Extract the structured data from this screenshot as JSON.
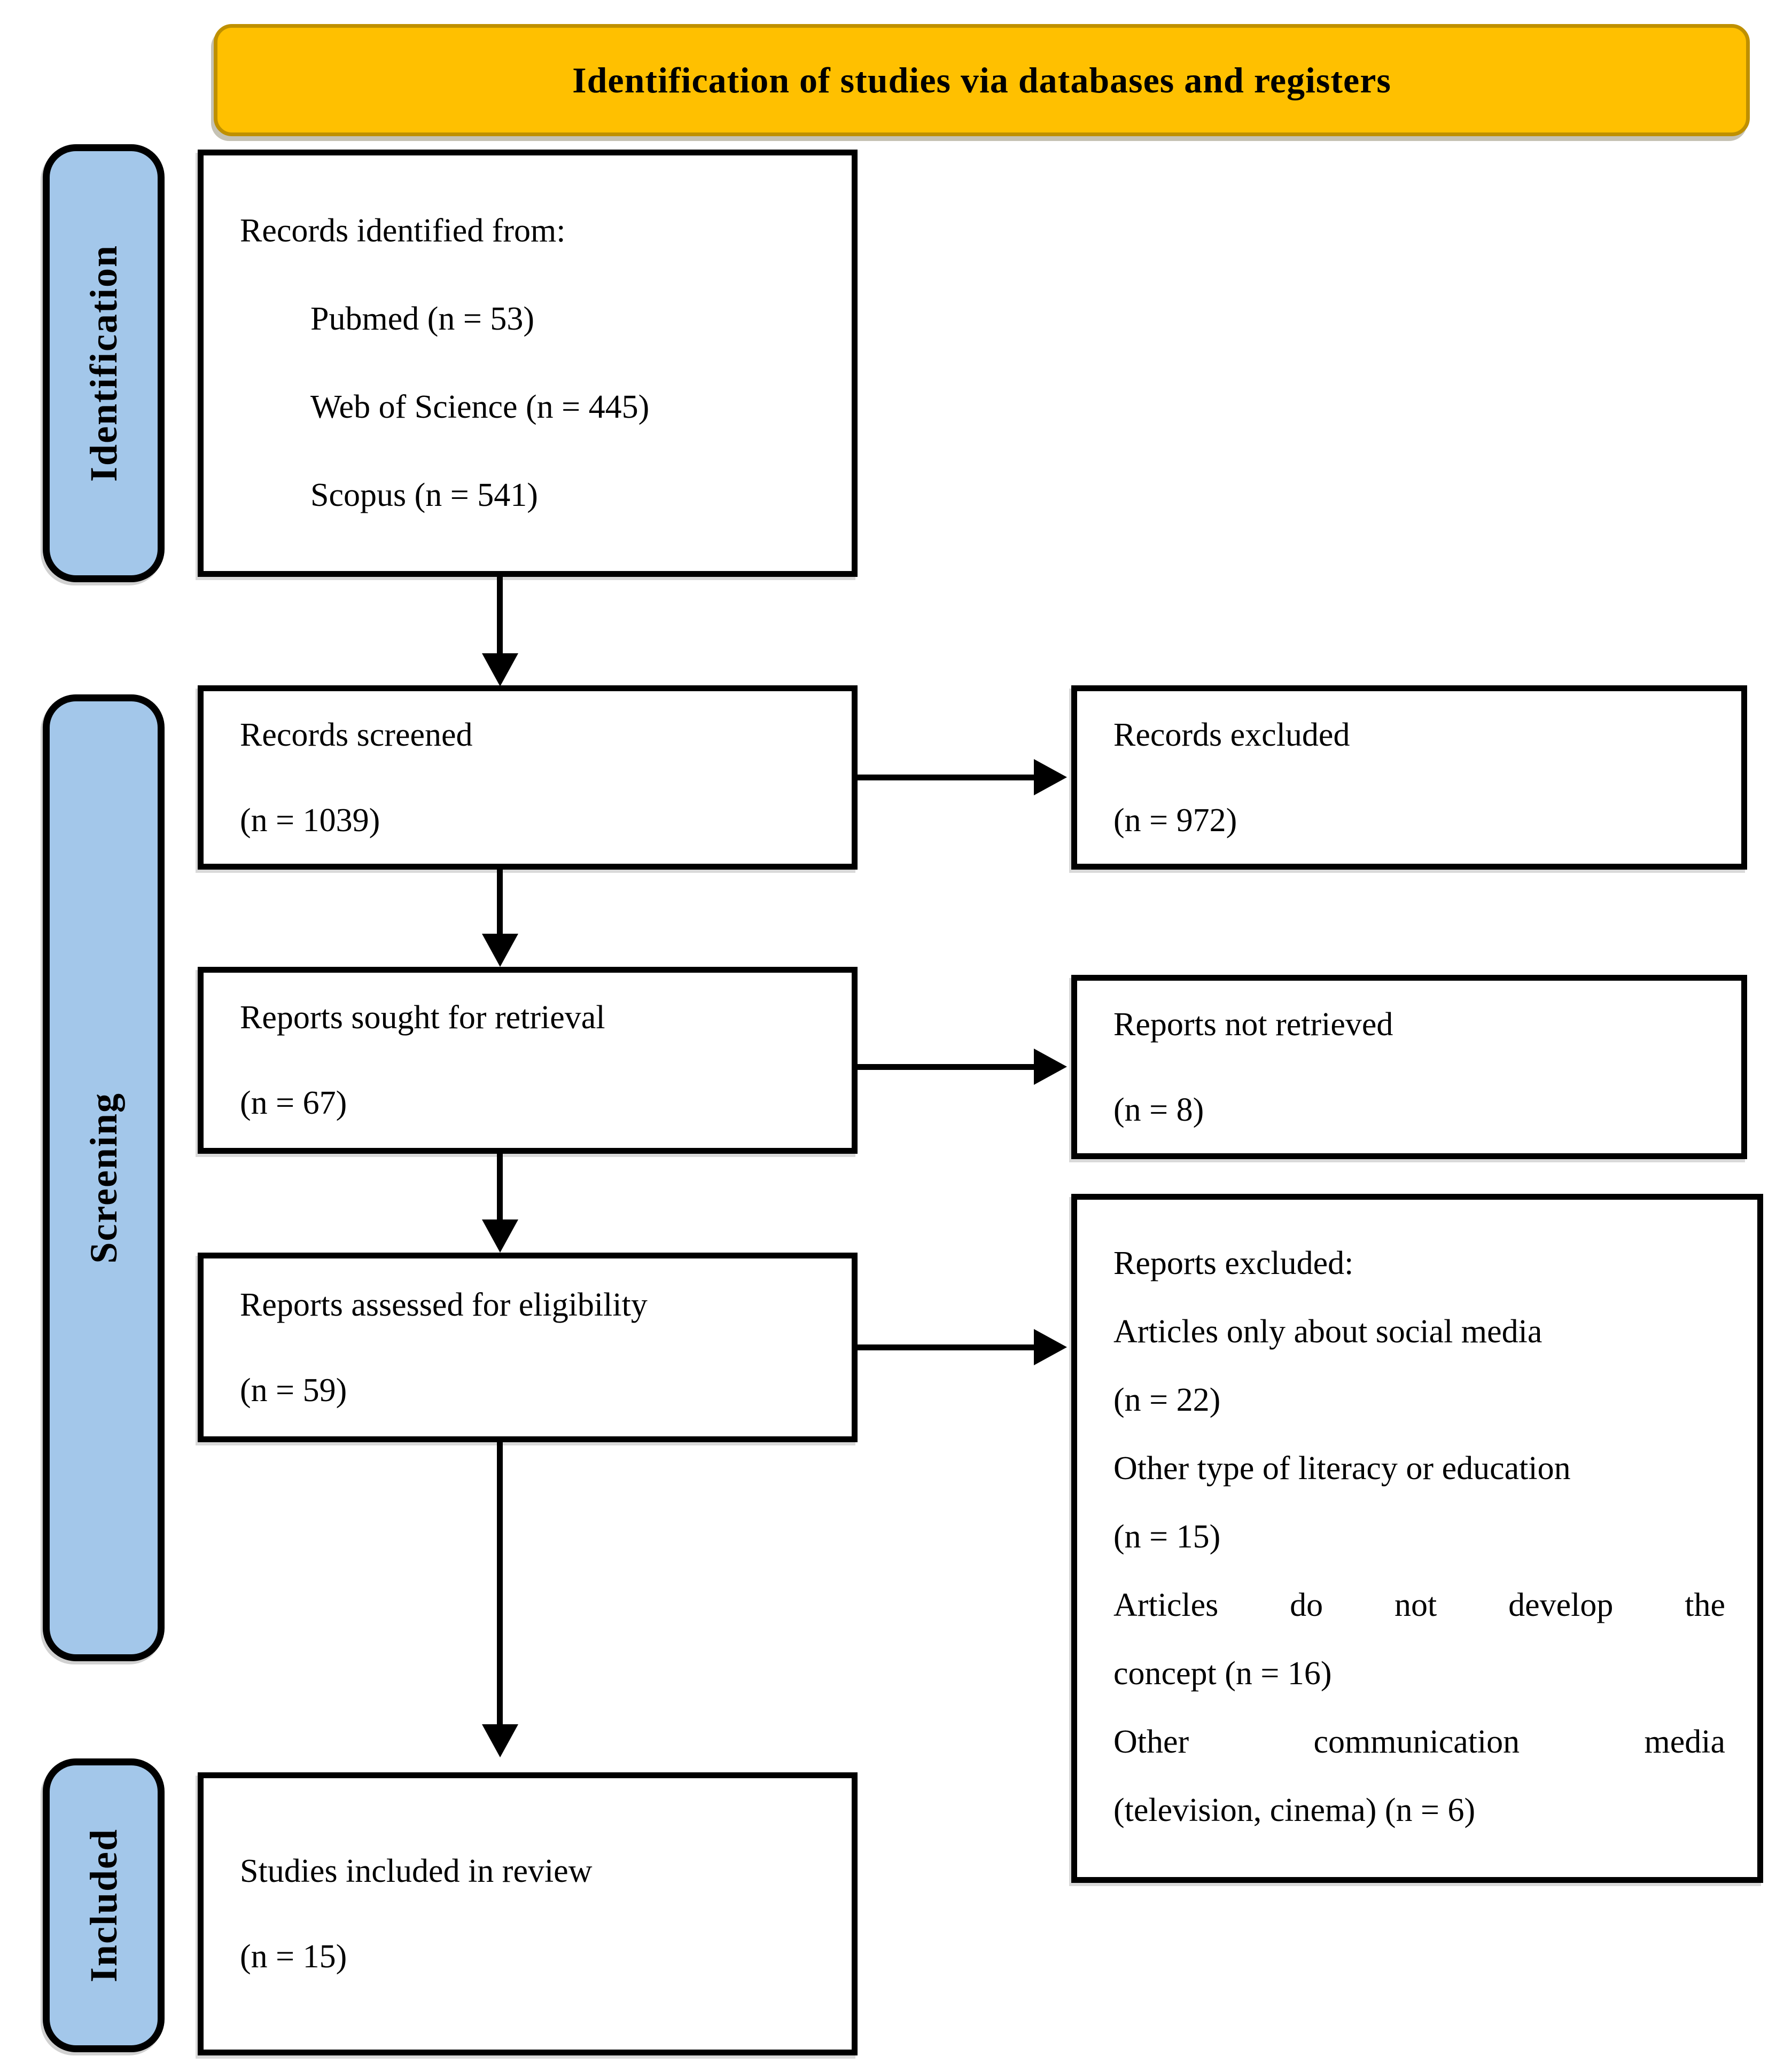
{
  "banner": {
    "title": "Identification of studies via databases and registers"
  },
  "stages": [
    {
      "label": "Identification"
    },
    {
      "label": "Screening"
    },
    {
      "label": "Included"
    }
  ],
  "boxes": {
    "records_identified": {
      "lines": [
        "Records identified from:",
        "Pubmed (n = 53)",
        "Web of Science (n = 445)",
        "Scopus (n = 541)"
      ]
    },
    "records_screened": {
      "lines": [
        "Records screened",
        "(n = 1039)"
      ]
    },
    "records_excluded": {
      "lines": [
        "Records excluded",
        "(n = 972)"
      ]
    },
    "reports_sought": {
      "lines": [
        "Reports sought for retrieval",
        "(n = 67)"
      ]
    },
    "reports_not_retrieved": {
      "lines": [
        "Reports not retrieved",
        "(n = 8)"
      ]
    },
    "reports_assessed": {
      "lines": [
        "Reports assessed for eligibility",
        "(n = 59)"
      ]
    },
    "reports_excluded": {
      "lines": [
        "Reports excluded:",
        "Articles only about social media",
        "(n = 22)",
        "Other type of literacy or education",
        "(n = 15)",
        "Articles do not develop the",
        "concept (n = 16)",
        "Other communication media",
        "(television, cinema) (n = 6)"
      ]
    },
    "studies_included": {
      "lines": [
        "Studies included in review",
        "(n = 15)"
      ]
    }
  },
  "colors": {
    "banner_fill": "#FFC000",
    "banner_border": "#BF9000",
    "stage_fill": "#A3C7EA",
    "box_border": "#000000",
    "text_color": "#000000"
  }
}
